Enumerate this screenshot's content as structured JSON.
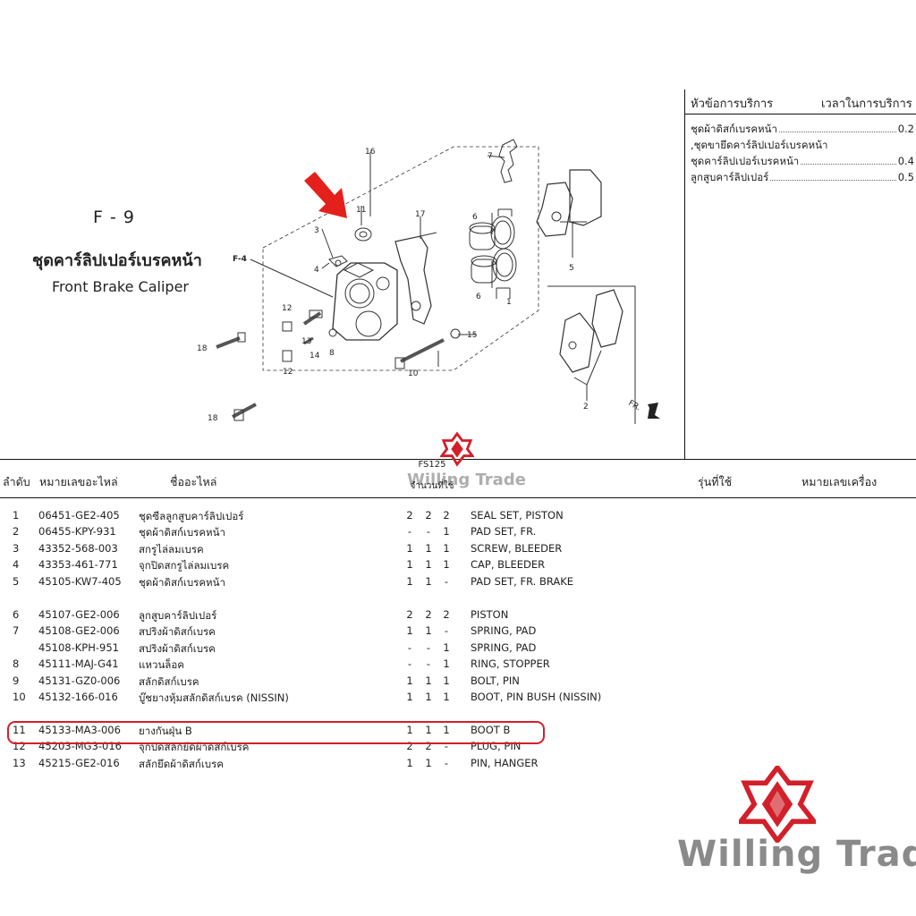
{
  "title": {
    "code": "F - 9",
    "thai": "ชุดคาร์ลิปเปอร์เบรคหน้า",
    "english": "Front Brake Caliper"
  },
  "diagram": {
    "ref_label": "F-4",
    "fr_label": "FR.",
    "callouts": {
      "c1": "1",
      "c2": "2",
      "c3": "3",
      "c4": "4",
      "c5": "5",
      "c6a": "6",
      "c6b": "6",
      "c7": "7",
      "c8": "8",
      "c10": "10",
      "c11": "11",
      "c12a": "12",
      "c12b": "12",
      "c13": "13",
      "c14": "14",
      "c15": "15",
      "c16": "16",
      "c17": "17",
      "c18a": "18",
      "c18b": "18"
    },
    "arrow_color": "#e3201b"
  },
  "service": {
    "header_item": "หัวข้อการบริการ",
    "header_time": "เวลาในการบริการ",
    "rows": [
      {
        "label": "ชุดผ้าดิสก์เบรคหน้า",
        "value": "0.2"
      },
      {
        "label": ",ชุดขายึดคาร์ลิปเปอร์เบรคหน้า",
        "value": ""
      },
      {
        "label": "ชุดคาร์ลิปเปอร์เบรคหน้า",
        "value": "0.4"
      },
      {
        "label": "ลูกสูบคาร์ลิปเปอร์",
        "value": "0.5"
      }
    ]
  },
  "table": {
    "headers": {
      "no": "ลำดับ",
      "part_no": "หมายเลขอะไหล่",
      "name": "ชื่ออะไหล่",
      "model": "FS125",
      "qty": "จำนวนที่ใช้",
      "used_model": "รุ่นที่ใช้",
      "engine_no": "หมายเลขเครื่อง"
    },
    "rows": [
      {
        "no": "1",
        "part": "06451-GE2-405",
        "name": "ชุดซีลลูกสูบคาร์ลิปเปอร์",
        "q1": "2",
        "q2": "2",
        "q3": "2",
        "en": "SEAL SET, PISTON"
      },
      {
        "no": "2",
        "part": "06455-KPY-931",
        "name": "ชุดผ้าดิสก์เบรคหน้า",
        "q1": "-",
        "q2": "-",
        "q3": "1",
        "en": "PAD SET, FR."
      },
      {
        "no": "3",
        "part": "43352-568-003",
        "name": "สกรูไล่ลมเบรค",
        "q1": "1",
        "q2": "1",
        "q3": "1",
        "en": "SCREW, BLEEDER"
      },
      {
        "no": "4",
        "part": "43353-461-771",
        "name": "จุกปิดสกรูไล่ลมเบรค",
        "q1": "1",
        "q2": "1",
        "q3": "1",
        "en": "CAP, BLEEDER"
      },
      {
        "no": "5",
        "part": "45105-KW7-405",
        "name": "ชุดผ้าดิสก์เบรคหน้า",
        "q1": "1",
        "q2": "1",
        "q3": "-",
        "en": "PAD SET, FR. BRAKE"
      },
      {
        "no": "6",
        "part": "45107-GE2-006",
        "name": "ลูกสูบคาร์ลิปเปอร์",
        "q1": "2",
        "q2": "2",
        "q3": "2",
        "en": "PISTON"
      },
      {
        "no": "7",
        "part": "45108-GE2-006",
        "name": "สปริงผ้าดิสก์เบรค",
        "q1": "1",
        "q2": "1",
        "q3": "-",
        "en": "SPRING, PAD"
      },
      {
        "no": "",
        "part": "45108-KPH-951",
        "name": "สปริงผ้าดิสก์เบรค",
        "q1": "-",
        "q2": "-",
        "q3": "1",
        "en": "SPRING, PAD"
      },
      {
        "no": "8",
        "part": "45111-MAJ-G41",
        "name": "แหวนล็อค",
        "q1": "-",
        "q2": "-",
        "q3": "1",
        "en": "RING, STOPPER"
      },
      {
        "no": "9",
        "part": "45131-GZ0-006",
        "name": "สลักดิสก์เบรค",
        "q1": "1",
        "q2": "1",
        "q3": "1",
        "en": "BOLT, PIN"
      },
      {
        "no": "10",
        "part": "45132-166-016",
        "name": "บู๊ชยางหุ้มสลักดิสก์เบรค (NISSIN)",
        "q1": "1",
        "q2": "1",
        "q3": "1",
        "en": "BOOT, PIN BUSH (NISSIN)"
      },
      {
        "no": "11",
        "part": "45133-MA3-006",
        "name": "ยางกันฝุ่น B",
        "q1": "1",
        "q2": "1",
        "q3": "1",
        "en": "BOOT B"
      },
      {
        "no": "12",
        "part": "45203-MG3-016",
        "name": "จุกปิดสลักยึดผ้าดิสก์เบรค",
        "q1": "2",
        "q2": "2",
        "q3": "-",
        "en": "PLUG, PIN"
      },
      {
        "no": "13",
        "part": "45215-GE2-016",
        "name": "สลักยึดผ้าดิสก์เบรค",
        "q1": "1",
        "q2": "1",
        "q3": "-",
        "en": "PIN, HANGER"
      }
    ]
  },
  "brand": {
    "name": "Willing Trade",
    "color": "#d2202a"
  }
}
